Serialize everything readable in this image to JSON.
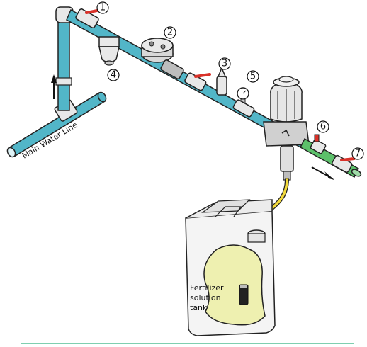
{
  "diagram": {
    "labels": {
      "main_line": "Main Water Line",
      "tank_line1": "Fertilizer",
      "tank_line2": "solution",
      "tank_line3": "tank"
    },
    "callouts": [
      "1",
      "2",
      "3",
      "4",
      "5",
      "6",
      "7"
    ],
    "colors": {
      "pipe": "#52b6c8",
      "pipe_dark": "#2e8ea0",
      "valve_handle": "#d9322a",
      "outlet_pipe": "#5cc06a",
      "suction_tube": "#f2d93a",
      "solution": "#eef0b0",
      "baseline": "#7fcfb0"
    }
  }
}
